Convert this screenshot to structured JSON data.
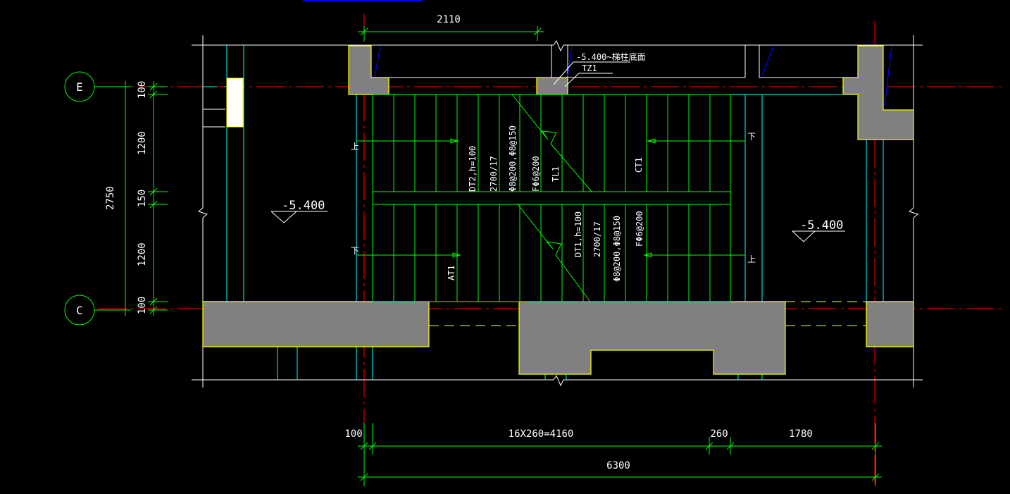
{
  "colors": {
    "background": "#000000",
    "dimension": "#00ff00",
    "axis": "#ff0000",
    "wall_fill": "#808080",
    "wall_edge": "#ffff00",
    "cyan": "#00ffff",
    "white": "#ffffff",
    "blue": "#0000ff"
  },
  "axes": {
    "E": "E",
    "C": "C"
  },
  "dimensions": {
    "top": "2110",
    "left_total": "2750",
    "left_segments": [
      "100",
      "1200",
      "150",
      "1200",
      "100"
    ],
    "bottom_row1": [
      "100",
      "16X260=4160",
      "260",
      "1780"
    ],
    "bottom_total": "6300"
  },
  "levels": {
    "left": "-5.400",
    "right": "-5.400"
  },
  "annotations": {
    "top_note": "-5.400~梯柱底面",
    "tz1": "TZ1",
    "up_upper_left": "上",
    "down_upper_right": "下",
    "down_lower_left": "下",
    "up_lower_right": "上",
    "dt2_1": "DT2,h=100",
    "dt2_2": "2700/17",
    "dt2_3": "Φ8@200,Φ8@150",
    "dt2_4": "FΦ6@200",
    "tl1": "TL1",
    "ct1": "CT1",
    "at1": "AT1",
    "dt1_1": "DT1,h=100",
    "dt1_2": "2700/17",
    "dt1_3": "Φ8@200,Φ8@150",
    "dt1_4": "FΦ6@200"
  }
}
